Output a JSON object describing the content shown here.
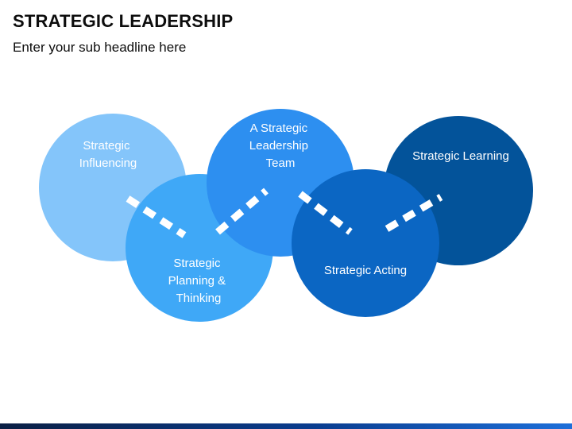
{
  "title": "STRATEGIC LEADERSHIP",
  "subtitle": "Enter your sub headline here",
  "circles": [
    {
      "lines": [
        "Strategic",
        "Influencing"
      ],
      "color": "#84C5FA"
    },
    {
      "lines": [
        "Strategic",
        "Planning &",
        "Thinking"
      ],
      "color": "#3FA8F7"
    },
    {
      "lines": [
        "A Strategic",
        "Leadership",
        "Team"
      ],
      "color": "#2D8FF0"
    },
    {
      "lines": [
        "Strategic Acting"
      ],
      "color": "#0B66C3"
    },
    {
      "lines": [
        "Strategic Learning"
      ],
      "color": "#03539A"
    }
  ],
  "colors": {
    "dash": "#ffffff",
    "overlap_blend": "#1F77E6"
  }
}
